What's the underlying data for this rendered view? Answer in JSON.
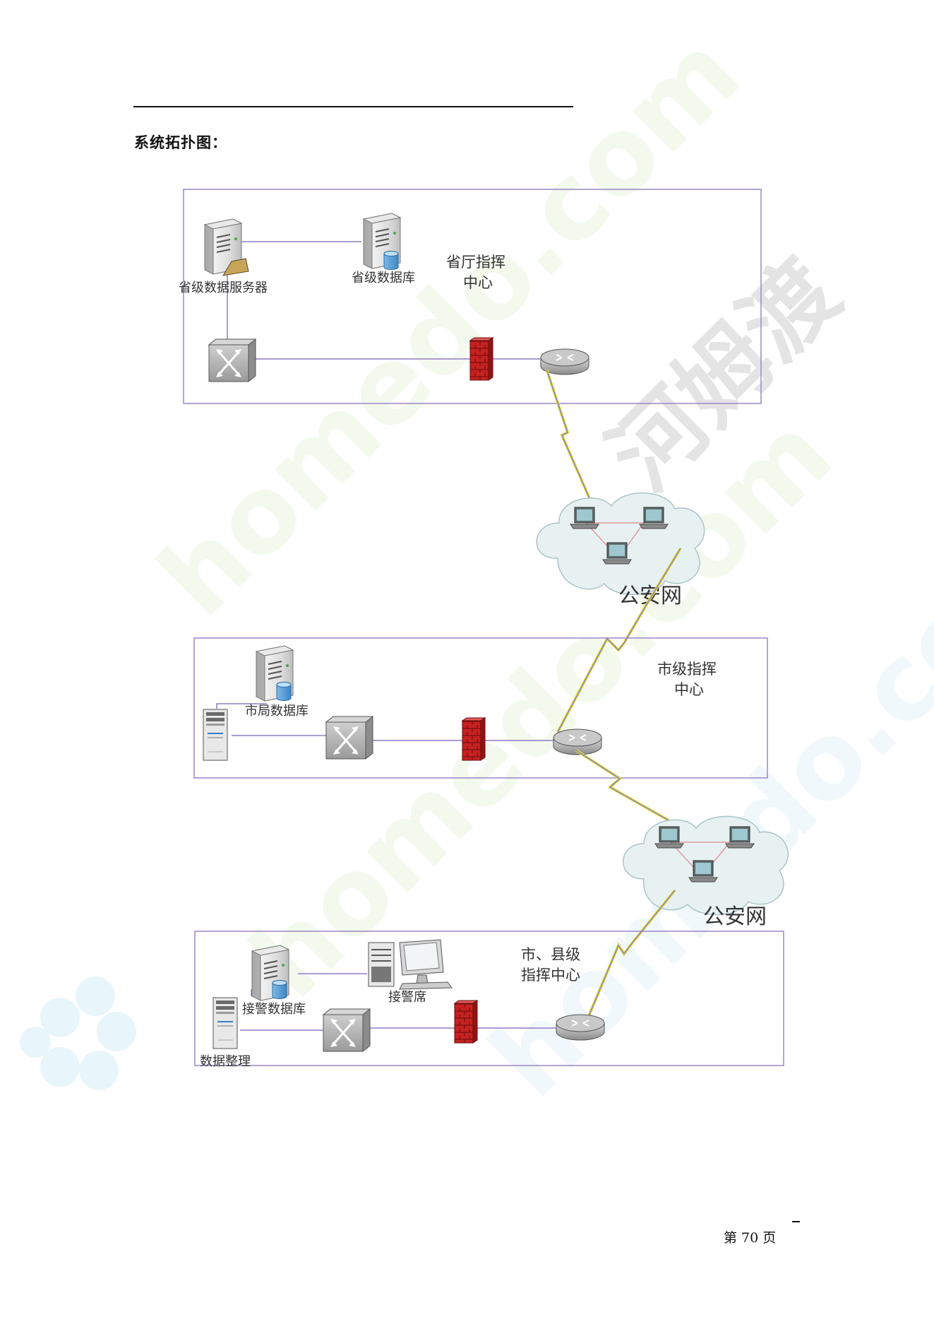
{
  "heading": "系统拓扑图：",
  "page_number": "第 70 页",
  "page_dash": "–",
  "watermark": {
    "text_latin": "homedo.com",
    "text_cn": "河姆渡"
  },
  "zones": {
    "province": {
      "title_line1": "省厅指挥",
      "title_line2": "中心",
      "data_server_label": "省级数据服务器",
      "database_label": "省级数据库"
    },
    "city": {
      "title_line1": "市级指挥",
      "title_line2": "中心",
      "database_label": "市局数据库"
    },
    "county": {
      "title_line1": "市、县级",
      "title_line2": "指挥中心",
      "dispatch_db_label": "接警数据库",
      "dispatch_station_label": "接警席",
      "data_processing_label": "数据整理"
    }
  },
  "networks": {
    "upper_label": "公安网",
    "lower_label": "公安网"
  },
  "colors": {
    "zone_border": "#9a86c6",
    "link_line": "#8f7cc4",
    "wan_link": "#8f7cc4",
    "wan_bolt": "#e2e03a",
    "firewall": "#c81f1f",
    "cloud_fill": "#e7f1f2",
    "cloud_stroke": "#aac4c8",
    "lan_line": "#e2989c"
  }
}
